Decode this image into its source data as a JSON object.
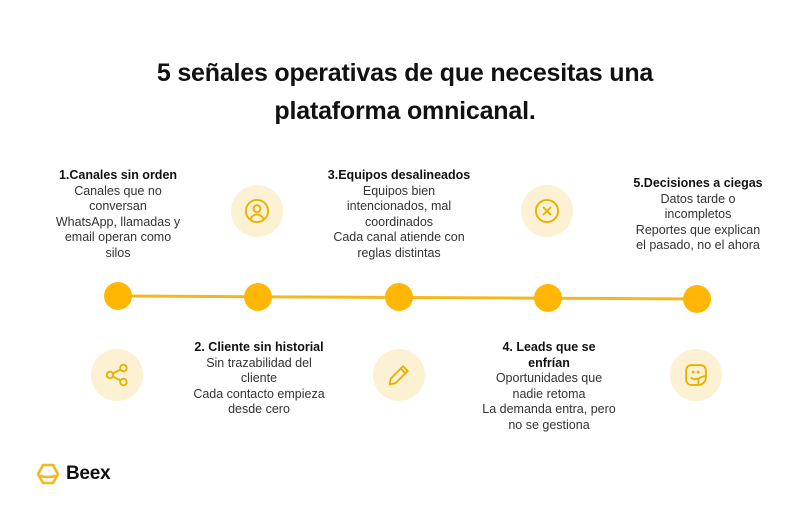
{
  "title": {
    "line1": "5 señales operativas de que necesitas una",
    "line2": "plataforma omnicanal."
  },
  "colors": {
    "accent": "#FFB703",
    "line": "#F5B81C",
    "icon_bg": "#FDF1D3",
    "icon_stroke": "#E8B100",
    "text": "#333333",
    "title": "#111111"
  },
  "steps": [
    {
      "number": 1,
      "title": "1.Canales sin orden",
      "lines": [
        "Canales que no",
        "conversan",
        "WhatsApp, llamadas y",
        "email operan como",
        "silos"
      ],
      "position": "above",
      "icon": "share-icon"
    },
    {
      "number": 2,
      "title": "2. Cliente sin historial",
      "lines": [
        "Sin trazabilidad del",
        "cliente",
        "Cada contacto empieza",
        "desde cero"
      ],
      "position": "below",
      "icon": "user-circle-icon"
    },
    {
      "number": 3,
      "title": "3.Equipos desalineados",
      "lines": [
        "Equipos bien",
        "intencionados, mal",
        "coordinados",
        "Cada canal atiende con",
        "reglas distintas"
      ],
      "position": "above",
      "icon": "pencil-icon"
    },
    {
      "number": 4,
      "title_lines": [
        "4. Leads que se",
        "enfrían"
      ],
      "lines": [
        "Oportunidades que",
        "nadie retoma",
        "La demanda entra, pero",
        "no se gestiona"
      ],
      "position": "below",
      "icon": "x-circle-icon"
    },
    {
      "number": 5,
      "title": "5.Decisiones a ciegas",
      "lines": [
        "Datos tarde o",
        "incompletos",
        "Reportes que explican",
        "el pasado, no el ahora"
      ],
      "position": "above",
      "icon": "sticker-smile-icon"
    }
  ],
  "brand": {
    "name": "Beex",
    "logo_icon": "hexagon-logo-icon"
  }
}
